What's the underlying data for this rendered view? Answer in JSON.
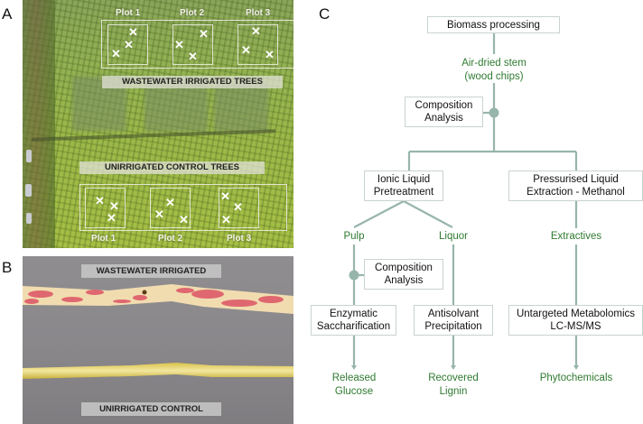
{
  "panels": {
    "a": {
      "letter": "A",
      "irrigated_label": "WASTEWATER IRRIGATED TREES",
      "control_label": "UNIRRIGATED CONTROL TREES",
      "plots_top": [
        "Plot 1",
        "Plot 2",
        "Plot 3"
      ],
      "plots_bottom": [
        "Plot 1",
        "Plot 2",
        "Plot 3"
      ],
      "sample_mark": "✕"
    },
    "b": {
      "letter": "B",
      "irrigated_label": "WASTEWATER IRRIGATED",
      "control_label": "UNIRRIGATED CONTROL"
    },
    "c": {
      "letter": "C",
      "nodes": {
        "biomass": "Biomass processing",
        "composition1": [
          "Composition",
          "Analysis"
        ],
        "ionic": [
          "Ionic Liquid",
          "Pretreatment"
        ],
        "pressurised": [
          "Pressurised Liquid",
          "Extraction - Methanol"
        ],
        "composition2": [
          "Composition",
          "Analysis"
        ],
        "enzymatic": [
          "Enzymatic",
          "Saccharification"
        ],
        "antisolvant": [
          "Antisolvant",
          "Precipitation"
        ],
        "untargeted": [
          "Untargeted Metabolomics",
          "LC-MS/MS"
        ]
      },
      "labels": {
        "airdried": [
          "Air-dried stem",
          "(wood chips)"
        ],
        "pulp": "Pulp",
        "liquor": "Liquor",
        "extractives": "Extractives",
        "glucose": [
          "Released",
          "Glucose"
        ],
        "lignin": [
          "Recovered",
          "Lignin"
        ],
        "phytochemicals": "Phytochemicals"
      },
      "colors": {
        "line": "#97b5ab",
        "label_green": "#2f7a30",
        "box_border": "#c9d3cf"
      }
    }
  }
}
